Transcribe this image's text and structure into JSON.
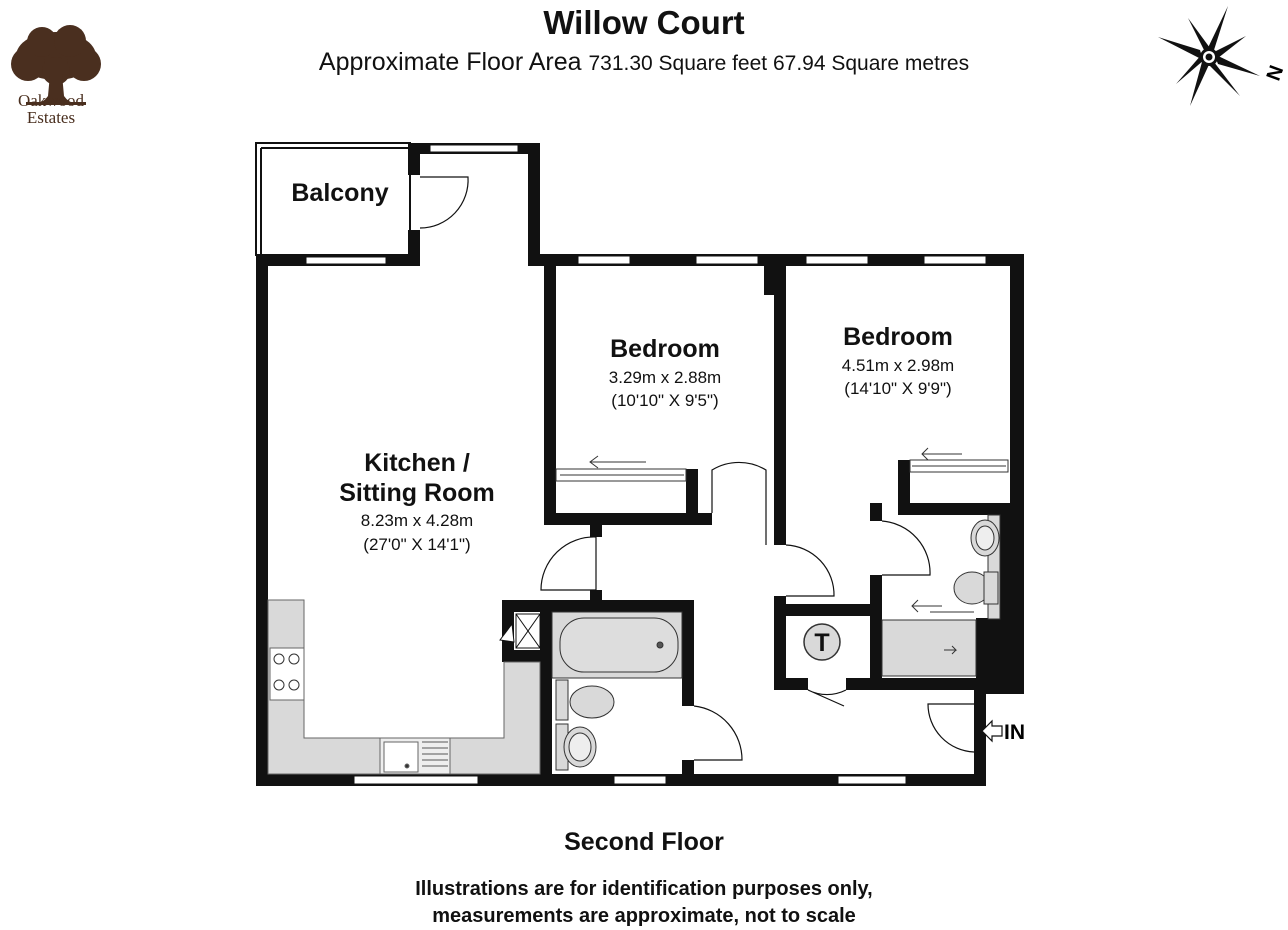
{
  "header": {
    "title": "Willow Court",
    "subtitle_prefix": "Approximate Floor Area",
    "subtitle_area": "731.30 Square feet 67.94 Square metres"
  },
  "logo": {
    "line1": "Oakwood",
    "line2": "Estates",
    "icon": "oak-tree-icon",
    "color": "#4a2f1f"
  },
  "compass": {
    "icon": "compass-rose-icon",
    "north_label": "N"
  },
  "rooms": {
    "balcony": {
      "name": "Balcony"
    },
    "kitchen": {
      "name_line1": "Kitchen /",
      "name_line2": "Sitting Room",
      "metric": "8.23m x 4.28m",
      "imperial": "(27'0\" X 14'1\")"
    },
    "bedroom1": {
      "name": "Bedroom",
      "metric": "3.29m x 2.88m",
      "imperial": "(10'10\" X 9'5\")"
    },
    "bedroom2": {
      "name": "Bedroom",
      "metric": "4.51m x 2.98m",
      "imperial": "(14'10\" X 9'9\")"
    },
    "cupboard": {
      "label": "T"
    }
  },
  "entrance": {
    "label": "IN",
    "icon": "arrow-left-outline-icon"
  },
  "floor_label": "Second Floor",
  "disclaimer": {
    "line1": "Illustrations are for identification purposes only,",
    "line2": "measurements are approximate, not to scale"
  },
  "colors": {
    "wall": "#111111",
    "fixture_fill": "#d9d9d9",
    "window": "#ffffff"
  }
}
